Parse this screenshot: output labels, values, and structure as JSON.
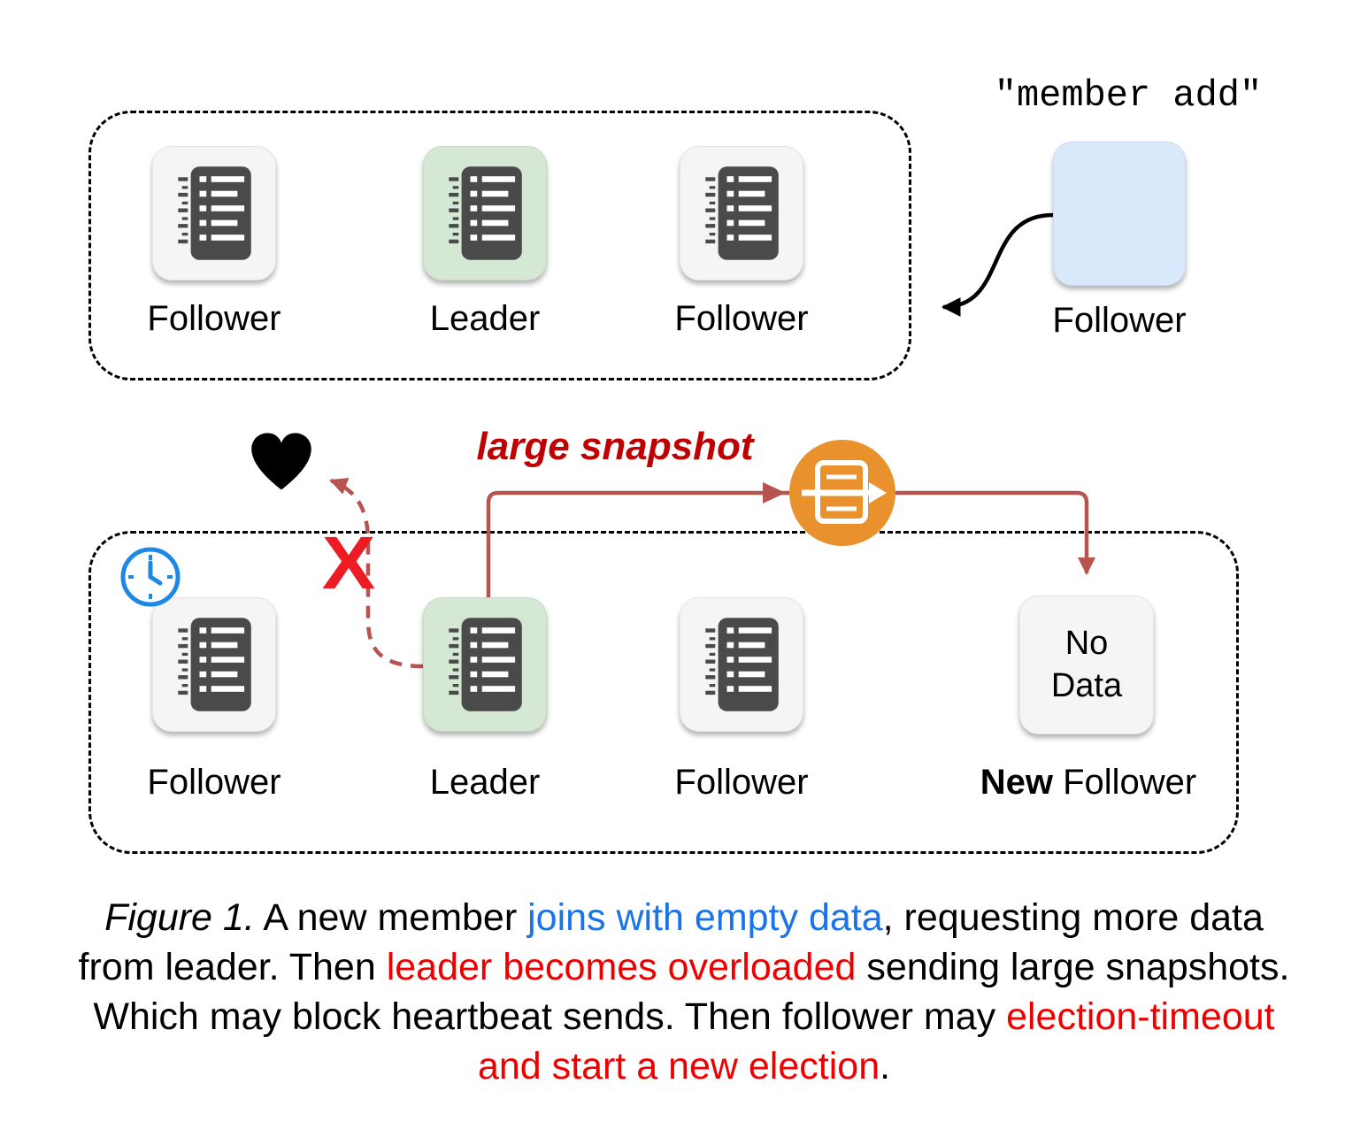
{
  "top_cluster": {
    "nodes": [
      {
        "label": "Follower"
      },
      {
        "label": "Leader"
      },
      {
        "label": "Follower"
      }
    ]
  },
  "new_member": {
    "command": "\"member add\"",
    "label": "Follower"
  },
  "bottom_cluster": {
    "nodes": [
      {
        "label": "Follower"
      },
      {
        "label": "Leader"
      },
      {
        "label": "Follower"
      }
    ],
    "new_follower": {
      "box_lines": [
        "No",
        "Data"
      ],
      "label_bold": "New",
      "label_rest": " Follower"
    }
  },
  "annotations": {
    "large_snapshot": "large snapshot",
    "blocked_mark": "X"
  },
  "caption": {
    "segments": [
      {
        "text": "Figure 1.",
        "style": "italic"
      },
      {
        "text": " A new member ",
        "style": "normal"
      },
      {
        "text": "joins with empty data",
        "style": "blue"
      },
      {
        "text": ", requesting more data from leader. Then ",
        "style": "normal"
      },
      {
        "text": "leader becomes overloaded",
        "style": "red"
      },
      {
        "text": " sending large snapshots. Which may block heartbeat sends. Then follower may ",
        "style": "normal"
      },
      {
        "text": "election-timeout and start a new election",
        "style": "red"
      },
      {
        "text": ".",
        "style": "normal"
      }
    ]
  },
  "colors": {
    "leader_fill": "#d5e8d4",
    "follower_fill": "#f5f5f5",
    "new_member_fill": "#dae8fc",
    "arrow_red": "#b85450",
    "snapshot_label_red": "#c00000",
    "caption_blue": "#1a73e8",
    "caption_red": "#ee0000",
    "badge_orange": "#e8912d",
    "clock_blue": "#1e88e5"
  }
}
